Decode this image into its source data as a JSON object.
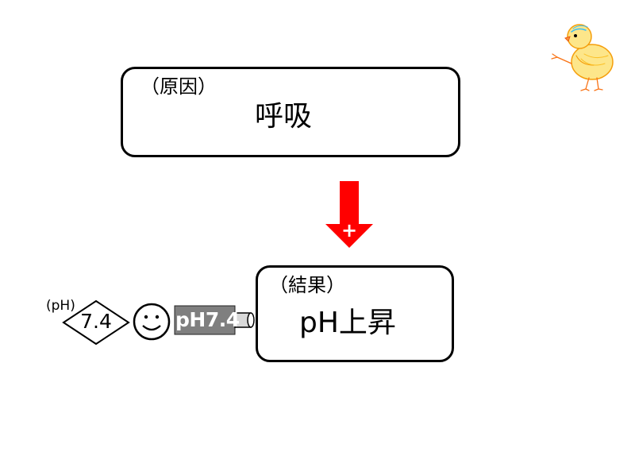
{
  "cause": {
    "tag": "（原因）",
    "text": "呼吸"
  },
  "arrow": {
    "sign": "+",
    "color": "#ff0000"
  },
  "result": {
    "tag": "（結果）",
    "text": "pH上昇"
  },
  "indicator": {
    "ph_label": "(pH)",
    "diamond_value": "7.4",
    "smiley_icon": "smiley-face-icon",
    "meter_label": "pH7.4"
  },
  "decoration": {
    "chick_icon": "chick-icon"
  }
}
